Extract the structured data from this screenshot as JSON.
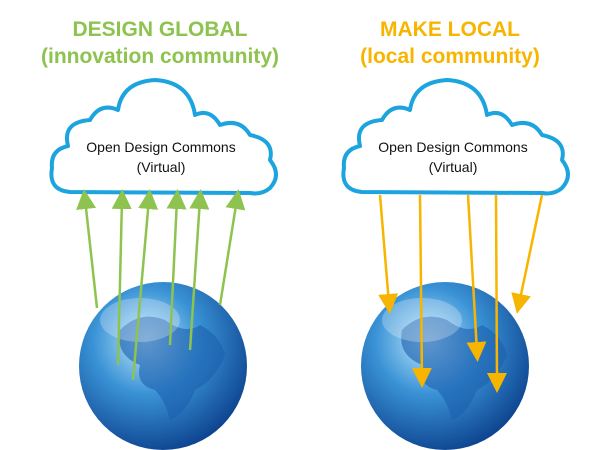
{
  "left": {
    "title": "DESIGN GLOBAL",
    "subtitle": "(innovation community)",
    "cloud_line1": "Open Design Commons",
    "cloud_line2": "(Virtual)",
    "color": "#8dc34e",
    "arrow_direction": "up"
  },
  "right": {
    "title": "MAKE LOCAL",
    "subtitle": "(local community)",
    "cloud_line1": "Open Design Commons",
    "cloud_line2": "(Virtual)",
    "color": "#f7b500",
    "arrow_direction": "down"
  },
  "cloud_color": "#1da4df"
}
